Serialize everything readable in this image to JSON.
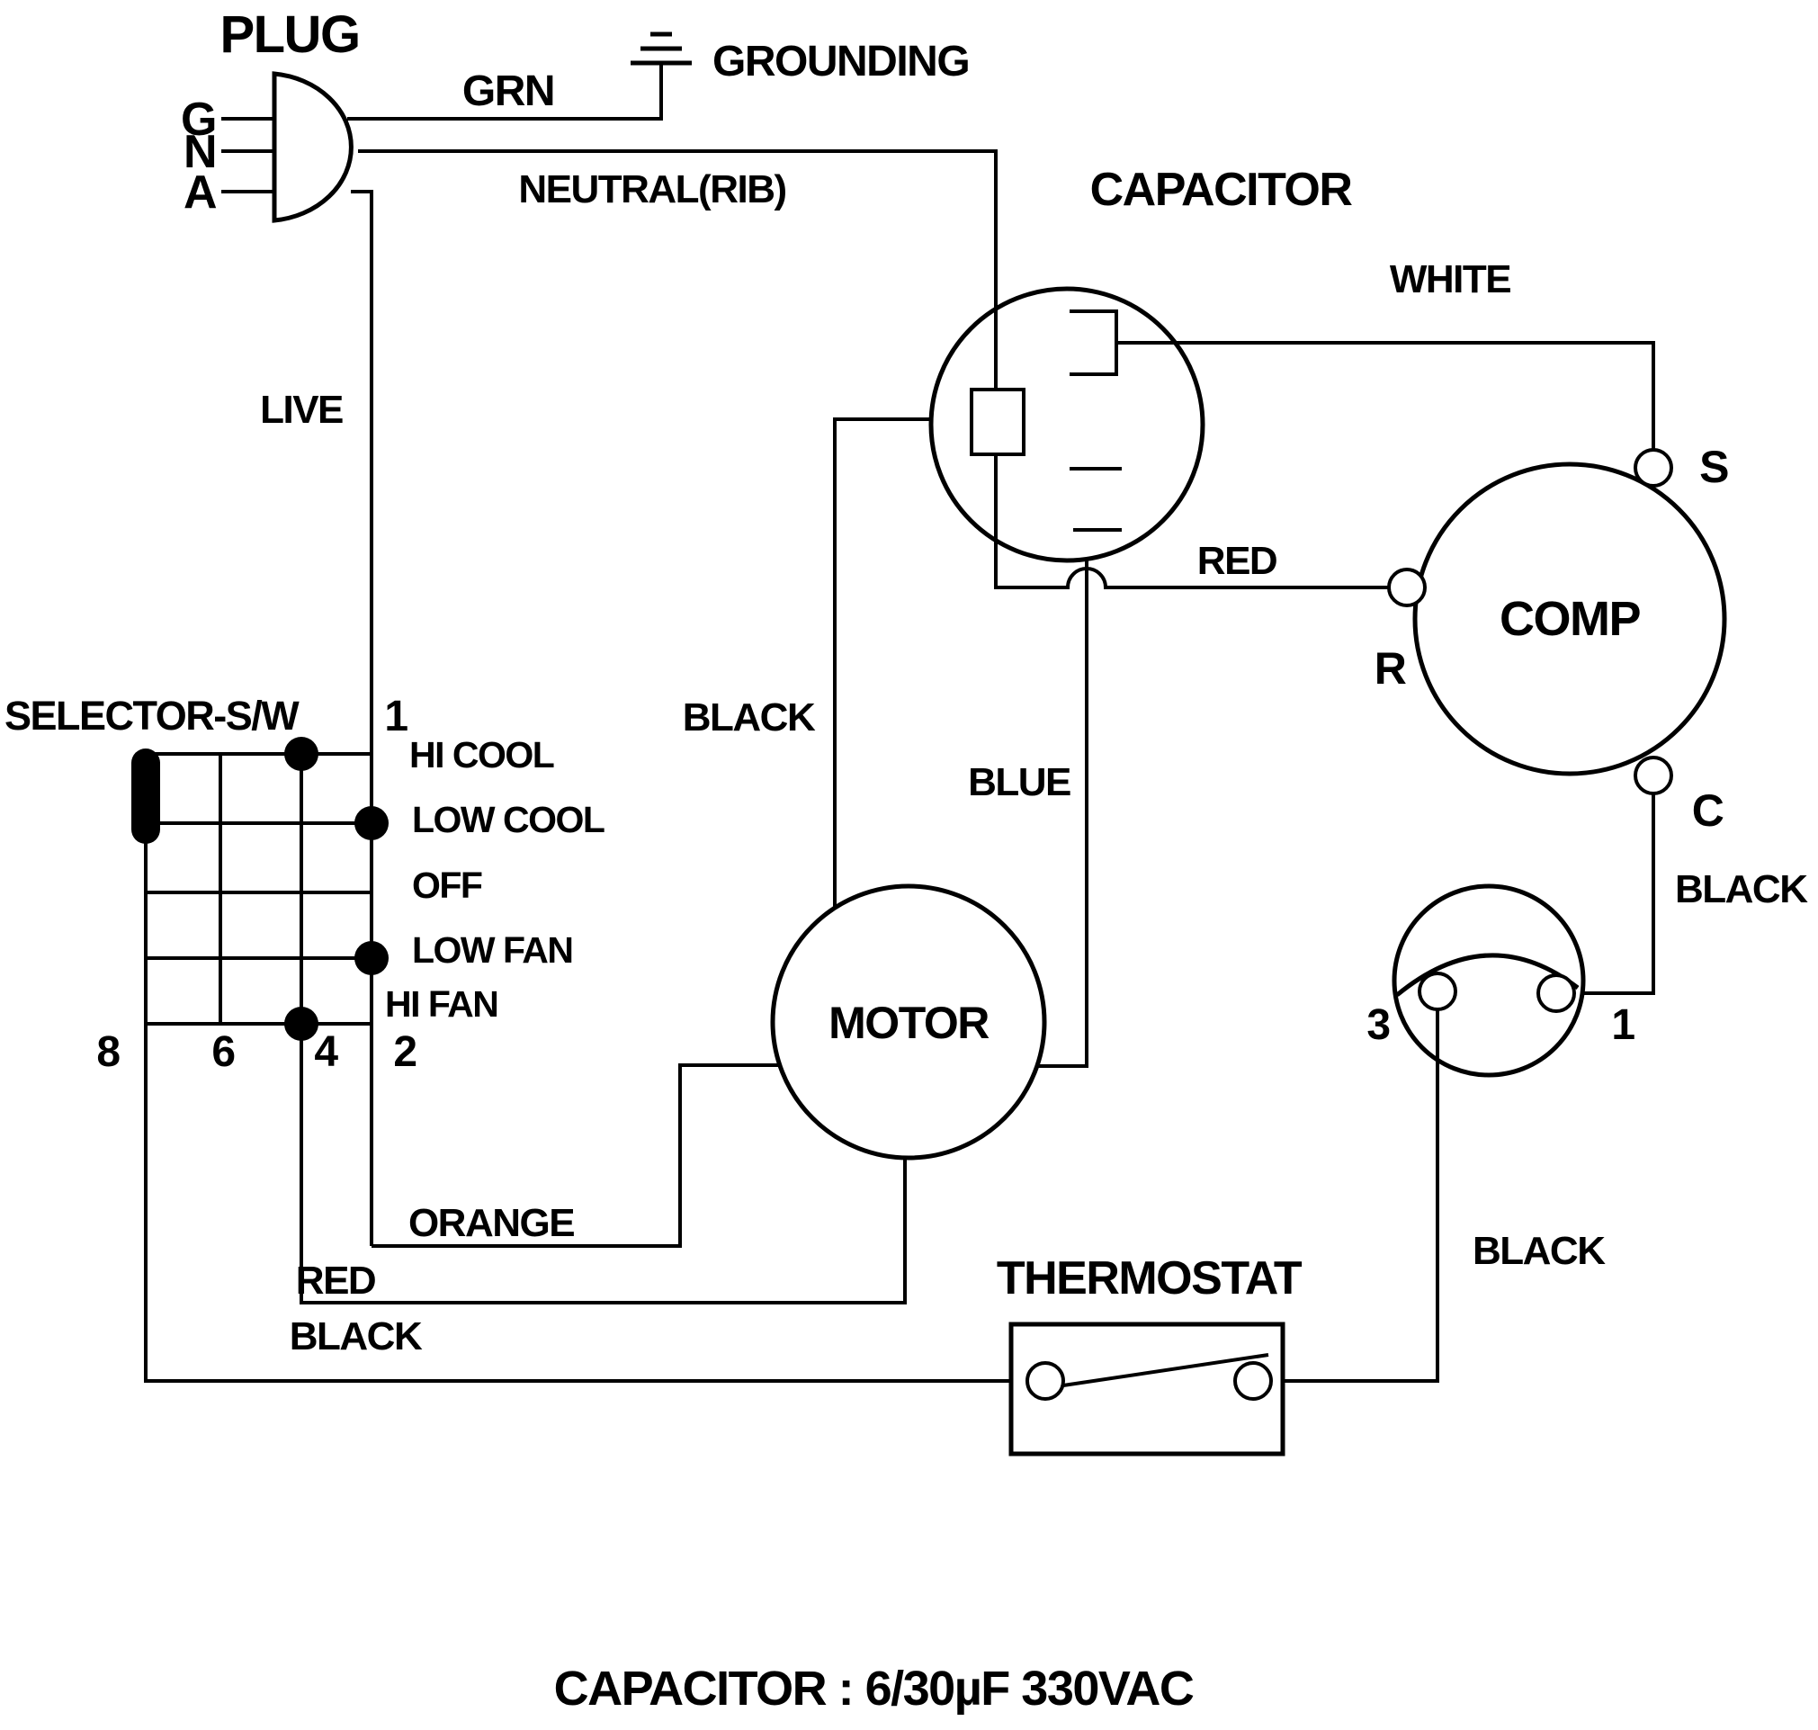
{
  "diagram": {
    "plug": {
      "title": "PLUG",
      "pin_g": "G",
      "pin_n": "N",
      "pin_a": "A"
    },
    "ground": {
      "wire": "GRN",
      "label": "GROUNDING"
    },
    "power": {
      "neutral": "NEUTRAL(RIB)",
      "live": "LIVE"
    },
    "capacitor": {
      "title": "CAPACITOR"
    },
    "comp": {
      "title": "COMP",
      "terminal_s": "S",
      "terminal_r": "R",
      "terminal_c": "C",
      "wire_white": "WHITE",
      "wire_red": "RED",
      "wire_black": "BLACK"
    },
    "motor": {
      "title": "MOTOR",
      "wire_black": "BLACK",
      "wire_blue": "BLUE"
    },
    "selector": {
      "title": "SELECTOR-S/W",
      "pos_hi_cool": "HI COOL",
      "pos_low_cool": "LOW COOL",
      "pos_off": "OFF",
      "pos_low_fan": "LOW FAN",
      "pos_hi_fan": "HI FAN",
      "t1": "1",
      "t2": "2",
      "t4": "4",
      "t6": "6",
      "t8": "8",
      "wire_orange": "ORANGE",
      "wire_red": "RED",
      "wire_black": "BLACK"
    },
    "overload": {
      "t3": "3",
      "t1": "1",
      "wire_black": "BLACK"
    },
    "thermostat": {
      "title": "THERMOSTAT"
    },
    "caption": "CAPACITOR : 6/30µF 330VAC"
  }
}
